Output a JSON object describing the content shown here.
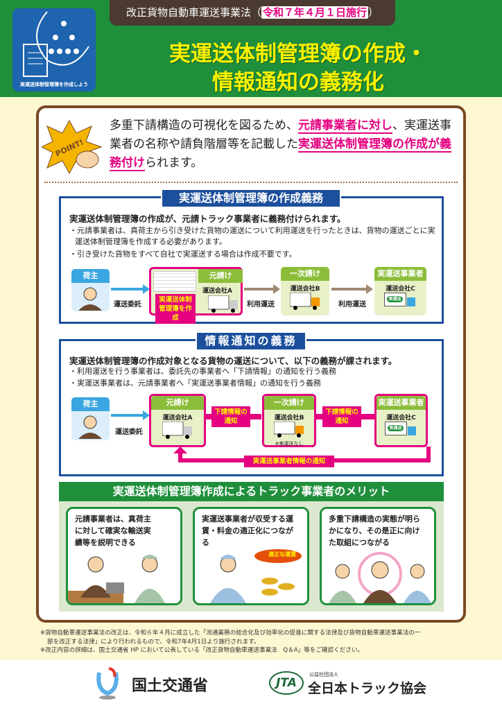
{
  "header": {
    "law_name": "改正貨物自動車運送事業法（",
    "effective": "令和７年４月１日施行",
    "close": "）",
    "title_line1": "実運送体制管理簿の作成・",
    "title_line2": "情報通知の義務化",
    "icon_caption": "実運送体制管理簿を作成しよう"
  },
  "point": {
    "badge": "POINT!",
    "t1": "多重下請構造の可視化を図るため、",
    "h1": "元請事業者に対し",
    "t2": "、実運送事業者の名称や請負階層等を記載した",
    "h2": "実運送体制管理簿の作成が義務付け",
    "t3": "られます。"
  },
  "section1": {
    "title": "実運送体制管理簿の作成義務",
    "lead": "実運送体制管理簿の作成が、元請トラック事業者に義務付けられます。",
    "bullets": [
      "・元請事業者は、真荷主から引き受けた貨物の運送について利用運送を行ったときは、貨物の運送ごとに実運送体制管理簿を作成する必要があります。",
      "・引き受けた貨物をすべて自社で実運送する場合は作成不要です。"
    ],
    "shipper": "荷主",
    "consign": "運送委託",
    "prime": "元請け",
    "company_a": "運送会社A",
    "make_book": "実運送体制管理簿を作成",
    "use1": "利用運送",
    "first": "一次請け",
    "company_b": "運送会社B",
    "use2": "利用運送",
    "actual": "実運送事業者",
    "company_c": "運送会社C",
    "truck_label": "実運送"
  },
  "section2": {
    "title": "情報通知の義務",
    "lead": "実運送体制管理簿の作成対象となる貨物の運送について、以下の義務が課されます。",
    "bullets": [
      "・利用運送を行う事業者は、委託先の事業者へ「下請情報」の通知を行う義務",
      "・実運送事業者は、元請事業者へ「実運送事業者情報」の通知を行う義務"
    ],
    "shipper": "荷主",
    "consign": "運送委託",
    "prime": "元請け",
    "company_a": "運送会社A",
    "notice1": "下請情報の通知",
    "first": "一次請け",
    "company_b": "運送会社B",
    "no_actual": "※実運送なし",
    "notice2": "下請情報の通知",
    "actual": "実運送事業者",
    "company_c": "運送会社C",
    "truck_label": "実運送",
    "feedback": "実運送事業者情報の通知"
  },
  "merit": {
    "title": "実運送体制管理簿作成によるトラック事業者のメリット",
    "cards": [
      "元請事業者は、真荷主に対して確実な輸送実績等を説明できる",
      "実運送事業者が収受する運賃・料金の適正化につながる",
      "多重下請構造の実態が明らかになり、その是正に向けた取組につながる"
    ],
    "fare_badge": "適正な運賃"
  },
  "notes": [
    "※貨物自動車運送事業法の改正は、令和６年４月に成立した「流通業務の総合化及び効率化の促進に関する法律及び貨物自動車運送事業法の一",
    "部を改正する法律」により行われるもので、令和7年4月1日より施行されます。",
    "※改正内容の詳細は、国土交通省 HP において公表している「改正貨物自動車運送事業法　Q＆A」等をご確認ください。"
  ],
  "footer": {
    "mlit": "国土交通省",
    "jta_mark": "JTA",
    "jta_sub": "公益社団法人",
    "jta": "全日本トラック協会"
  },
  "colors": {
    "green": "#1f8f3c",
    "pink": "#e4007f",
    "navy": "#1c4f9c",
    "yellow": "#fff200"
  }
}
